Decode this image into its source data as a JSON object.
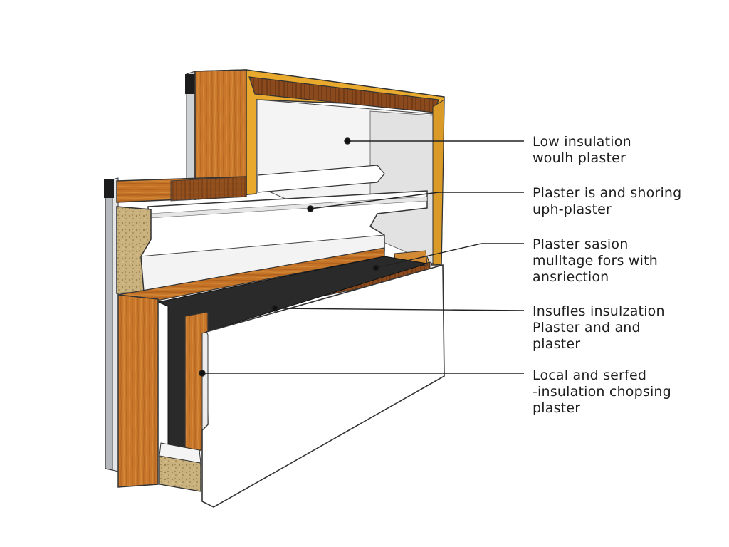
{
  "diagram": {
    "callouts": [
      {
        "id": "c1",
        "lines": [
          "Low insulation",
          "woulh plaster"
        ]
      },
      {
        "id": "c2",
        "lines": [
          "Plaster is and shoring",
          "uph-plaster"
        ]
      },
      {
        "id": "c3",
        "lines": [
          "Plaster sasion",
          "mulltage fors with",
          "ansriection"
        ]
      },
      {
        "id": "c4",
        "lines": [
          "Insufles insulzation",
          "Plaster and and",
          "plaster"
        ]
      },
      {
        "id": "c5",
        "lines": [
          "Local and serfed",
          "-insulation chopsing",
          "plaster"
        ]
      }
    ]
  },
  "colors": {
    "wood": "#c8772b",
    "wood_dark": "#8a4a1d",
    "wood_light": "#dd9848",
    "gold_edge": "#e8a92c",
    "plaster": "#ffffff",
    "plaster_shade": "#e6e6e6",
    "membrane": "#2a2a2a",
    "insulation": "#c9b27e",
    "leader": "#222222",
    "steel": "#b5b9bd"
  }
}
